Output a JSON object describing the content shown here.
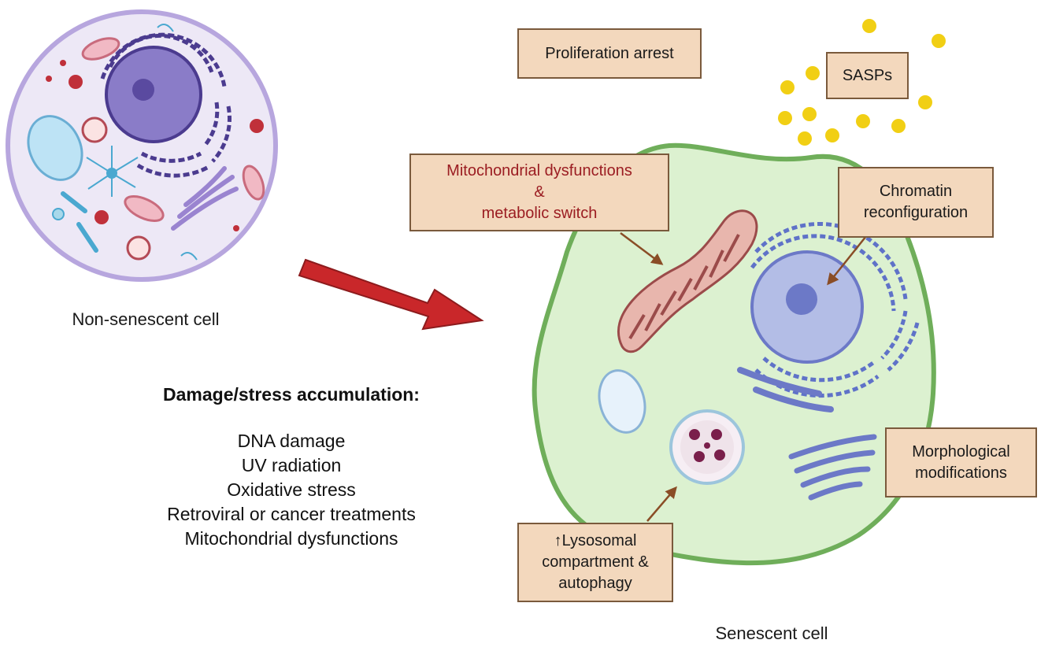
{
  "labels": {
    "proliferation": "Proliferation arrest",
    "sasps": "SASPs",
    "mito_line1": "Mitochondrial dysfunctions",
    "mito_line2": "&",
    "mito_line3": "metabolic switch",
    "chromatin_line1": "Chromatin",
    "chromatin_line2": "reconfiguration",
    "morph_line1": "Morphological",
    "morph_line2": "modifications",
    "lyso_line1": "↑Lysosomal",
    "lyso_line2": "compartment &",
    "lyso_line3": "autophagy"
  },
  "captions": {
    "non_senescent": "Non-senescent cell",
    "senescent": "Senescent cell"
  },
  "stress": {
    "heading": "Damage/stress accumulation:",
    "items": [
      "DNA damage",
      "UV radiation",
      "Oxidative stress",
      "Retroviral or cancer treatments",
      "Mitochondrial dysfunctions"
    ]
  },
  "colors": {
    "box_fill": "#f3d8bd",
    "box_border": "#7a5a3c",
    "senescent_cell_fill": "#dcf1d0",
    "senescent_cell_border": "#6fae5a",
    "normal_cell_fill": "#ede8f6",
    "normal_cell_border": "#b7a6de",
    "sasp_dot": "#f1cf14",
    "big_arrow": "#c9272a",
    "pointer_arrow": "#8a4d26"
  }
}
